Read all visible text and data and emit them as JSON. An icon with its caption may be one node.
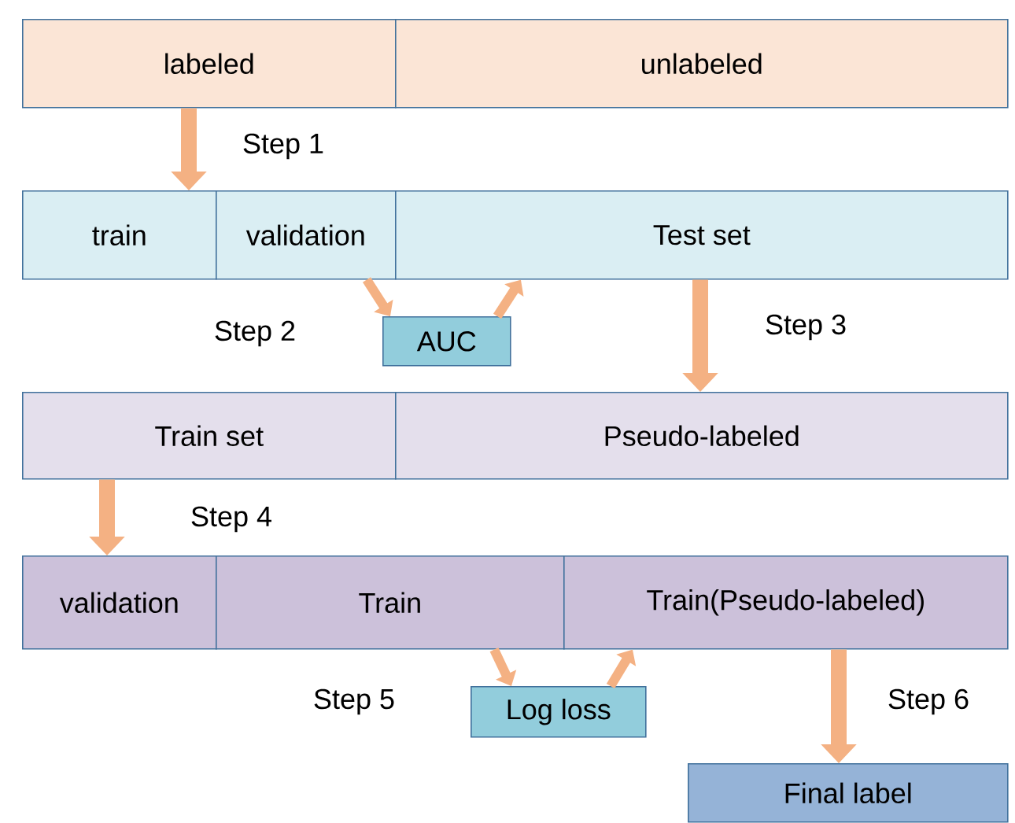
{
  "diagram": {
    "nodes": [
      {
        "text": [
          "labeled"
        ]
      },
      {
        "text": [
          "unlabeled"
        ]
      },
      {
        "text": [
          "train"
        ]
      },
      {
        "text": [
          "validation"
        ]
      },
      {
        "text": [
          "Test set"
        ]
      },
      {
        "text": [
          "AUC"
        ]
      },
      {
        "text": [
          "Train set"
        ]
      },
      {
        "text": [
          "Pseudo-labeled"
        ]
      },
      {
        "text": [
          "validation"
        ]
      },
      {
        "text": [
          "Train"
        ]
      },
      {
        "text": [
          "Train(Pseudo-labeled)"
        ]
      },
      {
        "text": [
          "Log loss"
        ]
      },
      {
        "text": [
          "Final label"
        ]
      }
    ],
    "edges": [
      {
        "from": 0,
        "to": 2,
        "arrow": "to",
        "label": "Step 1"
      },
      {
        "from": 3,
        "to": 5,
        "arrow": "to",
        "label": "Step 2"
      },
      {
        "from": 5,
        "to": 4,
        "arrow": "to"
      },
      {
        "from": 4,
        "to": 7,
        "arrow": "to",
        "label": "Step 3"
      },
      {
        "from": 6,
        "to": 8,
        "arrow": "to",
        "label": "Step 4"
      },
      {
        "from": 9,
        "to": 11,
        "arrow": "to",
        "label": "Step 5"
      },
      {
        "from": 11,
        "to": 10,
        "arrow": "to"
      },
      {
        "from": 10,
        "to": 12,
        "arrow": "to",
        "label": "Step 6"
      }
    ]
  }
}
